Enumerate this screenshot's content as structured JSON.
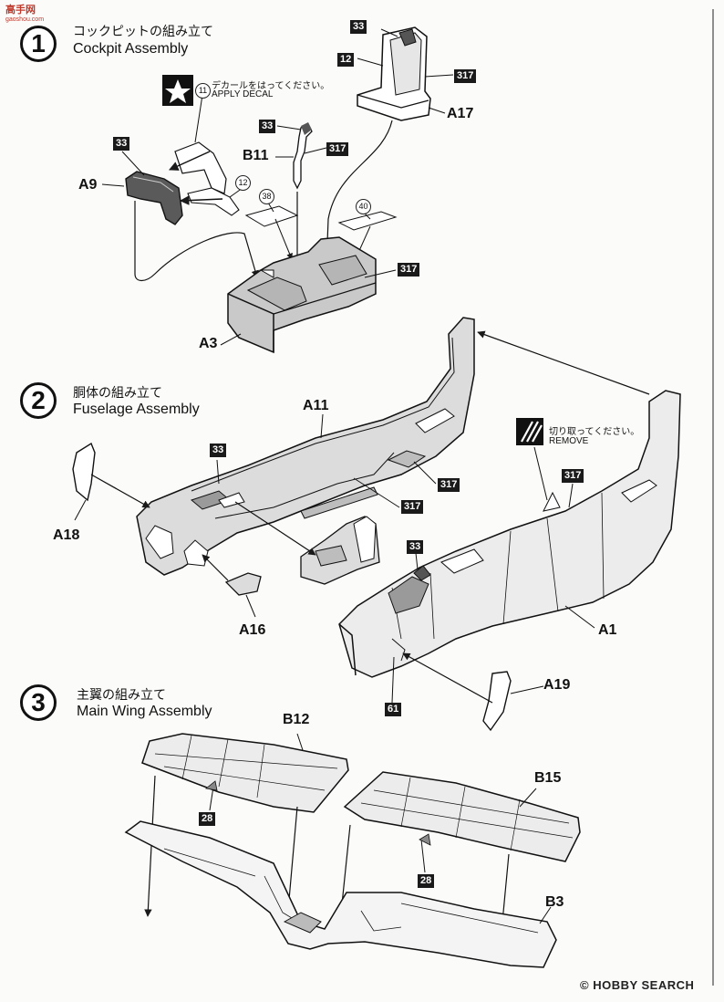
{
  "watermark_top": {
    "title": "高手网",
    "sub": "gaoshou.com"
  },
  "steps": [
    {
      "num": "1",
      "title_jp": "コックピットの組み立て",
      "title_en": "Cockpit Assembly"
    },
    {
      "num": "2",
      "title_jp": "胴体の組み立て",
      "title_en": "Fuselage Assembly"
    },
    {
      "num": "3",
      "title_jp": "主翼の組み立て",
      "title_en": "Main Wing Assembly"
    }
  ],
  "parts": {
    "a17": "A17",
    "b11": "B11",
    "a9": "A9",
    "a3": "A3",
    "a11": "A11",
    "a18": "A18",
    "a16": "A16",
    "a1": "A1",
    "a19": "A19",
    "b12": "B12",
    "b15": "B15",
    "b3": "B3"
  },
  "paint_codes": {
    "c33": "33",
    "c317": "317",
    "c12": "12",
    "c61": "61",
    "c28": "28"
  },
  "decals": {
    "d11": "11",
    "d12": "12",
    "d38": "38",
    "d40": "40"
  },
  "notes": {
    "decal_jp": "デカールをはってください。",
    "decal_en": "APPLY DECAL",
    "remove_jp": "切り取ってください。",
    "remove_en": "REMOVE"
  },
  "watermark_bottom": "© HOBBY SEARCH",
  "colors": {
    "line": "#1a1a1a",
    "shade": "#c9c9c9",
    "paint": "#444444"
  }
}
